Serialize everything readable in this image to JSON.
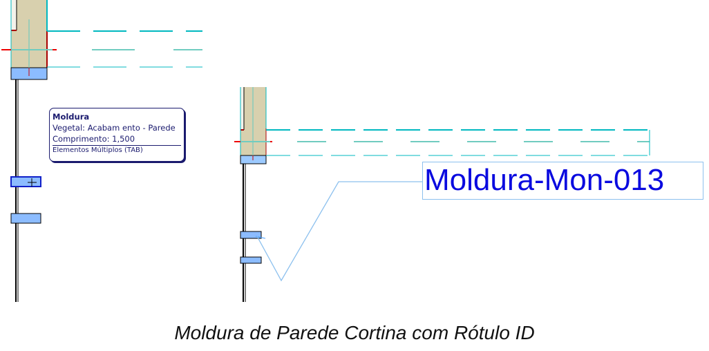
{
  "tooltip": {
    "title": "Moldura",
    "line1": "Vegetal: Acabam ento  - Parede",
    "line2": "Comprimento: 1,500",
    "footer": "Elementos Múltiplos (TAB)"
  },
  "id_label": {
    "text": "Moldura-Mon-013",
    "color": "#0a0adf"
  },
  "caption": "Moldura de Parede Cortina com Rótulo ID",
  "colors": {
    "wall_fill": "#d8d0ae",
    "mullion_fill": "#8cbcff",
    "cyan_line": "#00b8c0",
    "red_mark": "#cc0000",
    "leader": "#8cc0ee"
  }
}
